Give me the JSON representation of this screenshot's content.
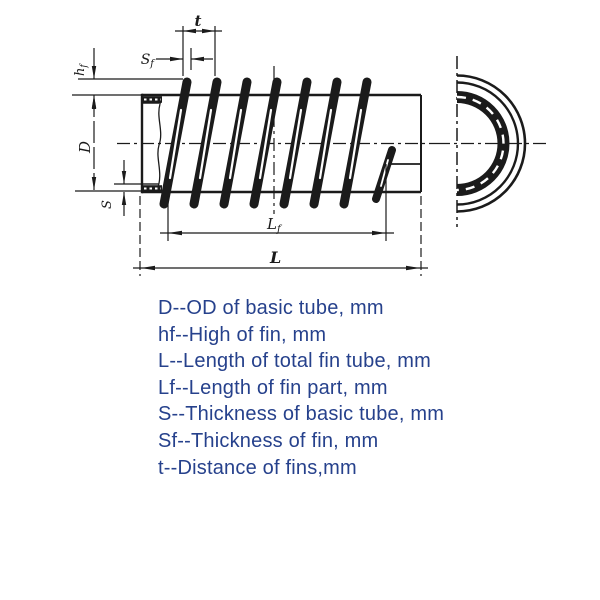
{
  "page": {
    "background_color": "#ffffff"
  },
  "drawing": {
    "ink_color": "#1b1b1b",
    "description": "engineering-drawing-of-helical-finned-tube",
    "dimension_labels": {
      "t": "t",
      "Sf_main": "S",
      "Sf_sub": "f",
      "hf_main": "h",
      "hf_sub": "f",
      "D": "D",
      "S": "S",
      "Lf_main": "L",
      "Lf_sub": "f",
      "L": "L"
    }
  },
  "legend": {
    "text_color": "#26418c",
    "lines": [
      "D--OD of basic tube, mm",
      "hf--High of fin, mm",
      "L--Length of total fin tube, mm",
      "Lf--Length of fin part, mm",
      "S--Thickness of basic tube, mm",
      "Sf--Thickness of fin, mm",
      "t--Distance of fins,mm"
    ]
  }
}
